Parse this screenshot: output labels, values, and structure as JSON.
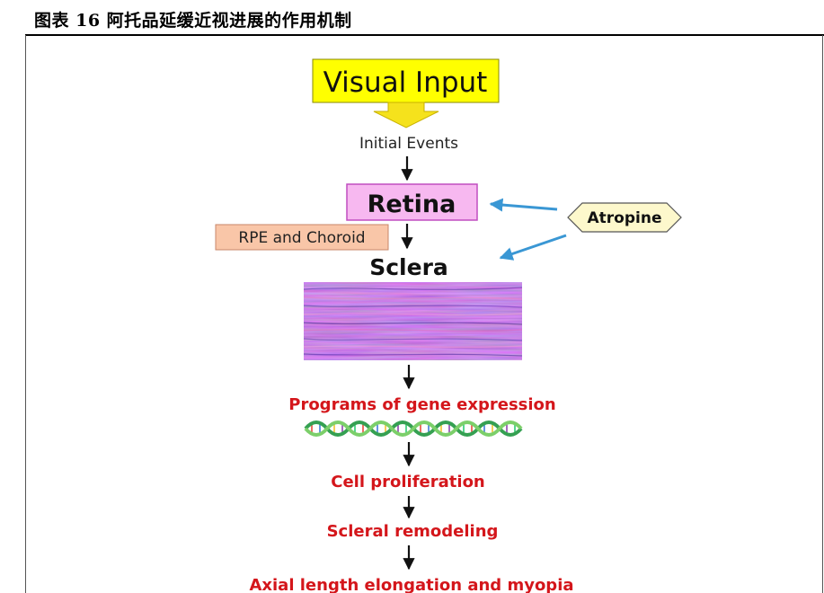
{
  "header": {
    "figure_title": "图表 16 阿托品延缓近视进展的作用机制"
  },
  "diagram": {
    "visual_input": "Visual Input",
    "initial_events": "Initial Events",
    "retina": "Retina",
    "rpe_choroid": "RPE and Choroid",
    "atropine": "Atropine",
    "sclera": "Sclera",
    "gene_expression": "Programs of gene expression",
    "cell_proliferation": "Cell proliferation",
    "scleral_remodeling": "Scleral remodeling",
    "axial_elongation": "Axial length elongation and myopia"
  },
  "colors": {
    "visual_input_fill": "#ffff00",
    "arrow_yellow": "#f5e21c",
    "retina_fill": "#f7b8f0",
    "retina_border": "#c04ec0",
    "rpe_fill": "#f9c6a8",
    "rpe_border": "#c8876a",
    "atropine_fill": "#fdf8cc",
    "blue_arrow": "#3a97d4",
    "red_text": "#d4161b"
  }
}
